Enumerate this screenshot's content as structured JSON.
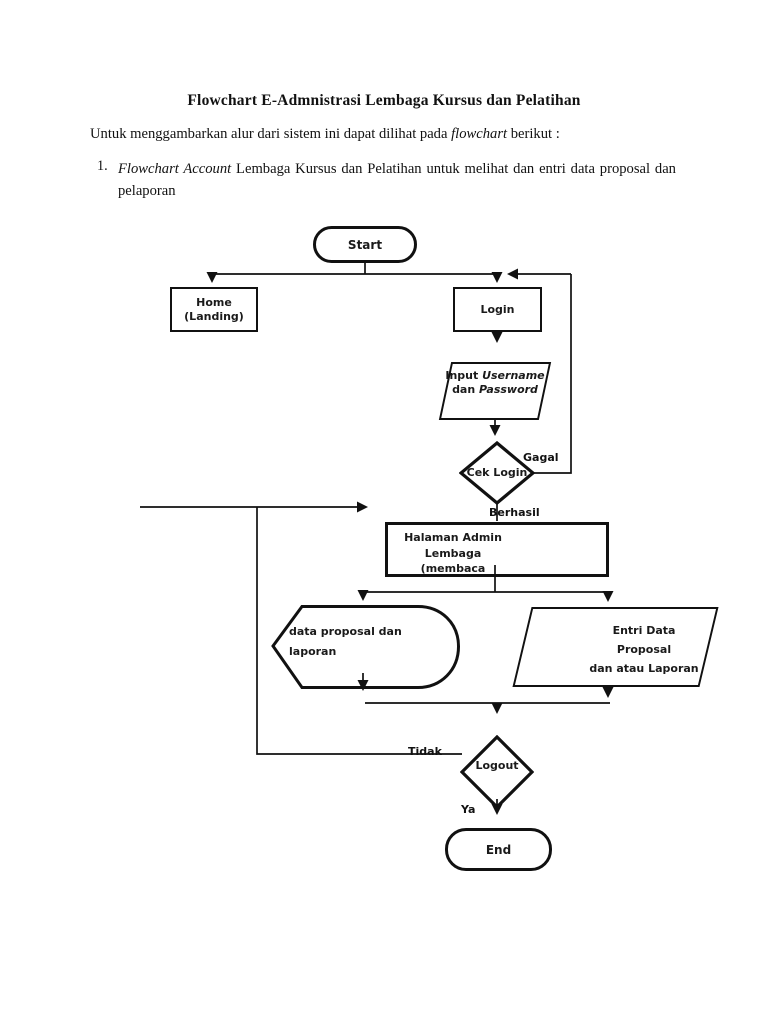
{
  "document": {
    "title": "Flowchart E-Admnistrasi Lembaga Kursus dan Pelatihan",
    "intro": {
      "prefix": "Untuk menggambarkan alur dari sistem ini dapat dilihat pada ",
      "italic": "flowchart",
      "suffix": " berikut :"
    },
    "list_item": {
      "number": "1.",
      "italic_lead": "Flowchart Account",
      "text": " Lembaga Kursus dan Pelatihan untuk melihat dan entri data proposal dan pelaporan"
    }
  },
  "flowchart": {
    "start": {
      "label": "Start"
    },
    "home": {
      "line1": "Home",
      "line2": "(Landing)"
    },
    "login": {
      "label": "Login"
    },
    "input_credentials": {
      "line1_regular": "Input ",
      "line1_italic": "Username",
      "line2_regular": "dan ",
      "line2_italic": "Password"
    },
    "cek_login": {
      "label": "Cek Login"
    },
    "halaman_admin": {
      "line1": "Halaman Admin",
      "line2": "Lembaga",
      "line3": "(membaca"
    },
    "data_proposal": {
      "line1": "data proposal dan",
      "line2": "laporan"
    },
    "entri_data": {
      "line1": "Entri Data Proposal",
      "line2": "dan atau Laporan"
    },
    "logout": {
      "label": "Logout"
    },
    "end": {
      "label": "End"
    },
    "edge_labels": {
      "gagal": "Gagal",
      "berhasil": "Berhasil",
      "tidak": "Tidak",
      "ya": "Ya"
    }
  },
  "colors": {
    "ink": "#111111",
    "page_background": "#ffffff"
  }
}
